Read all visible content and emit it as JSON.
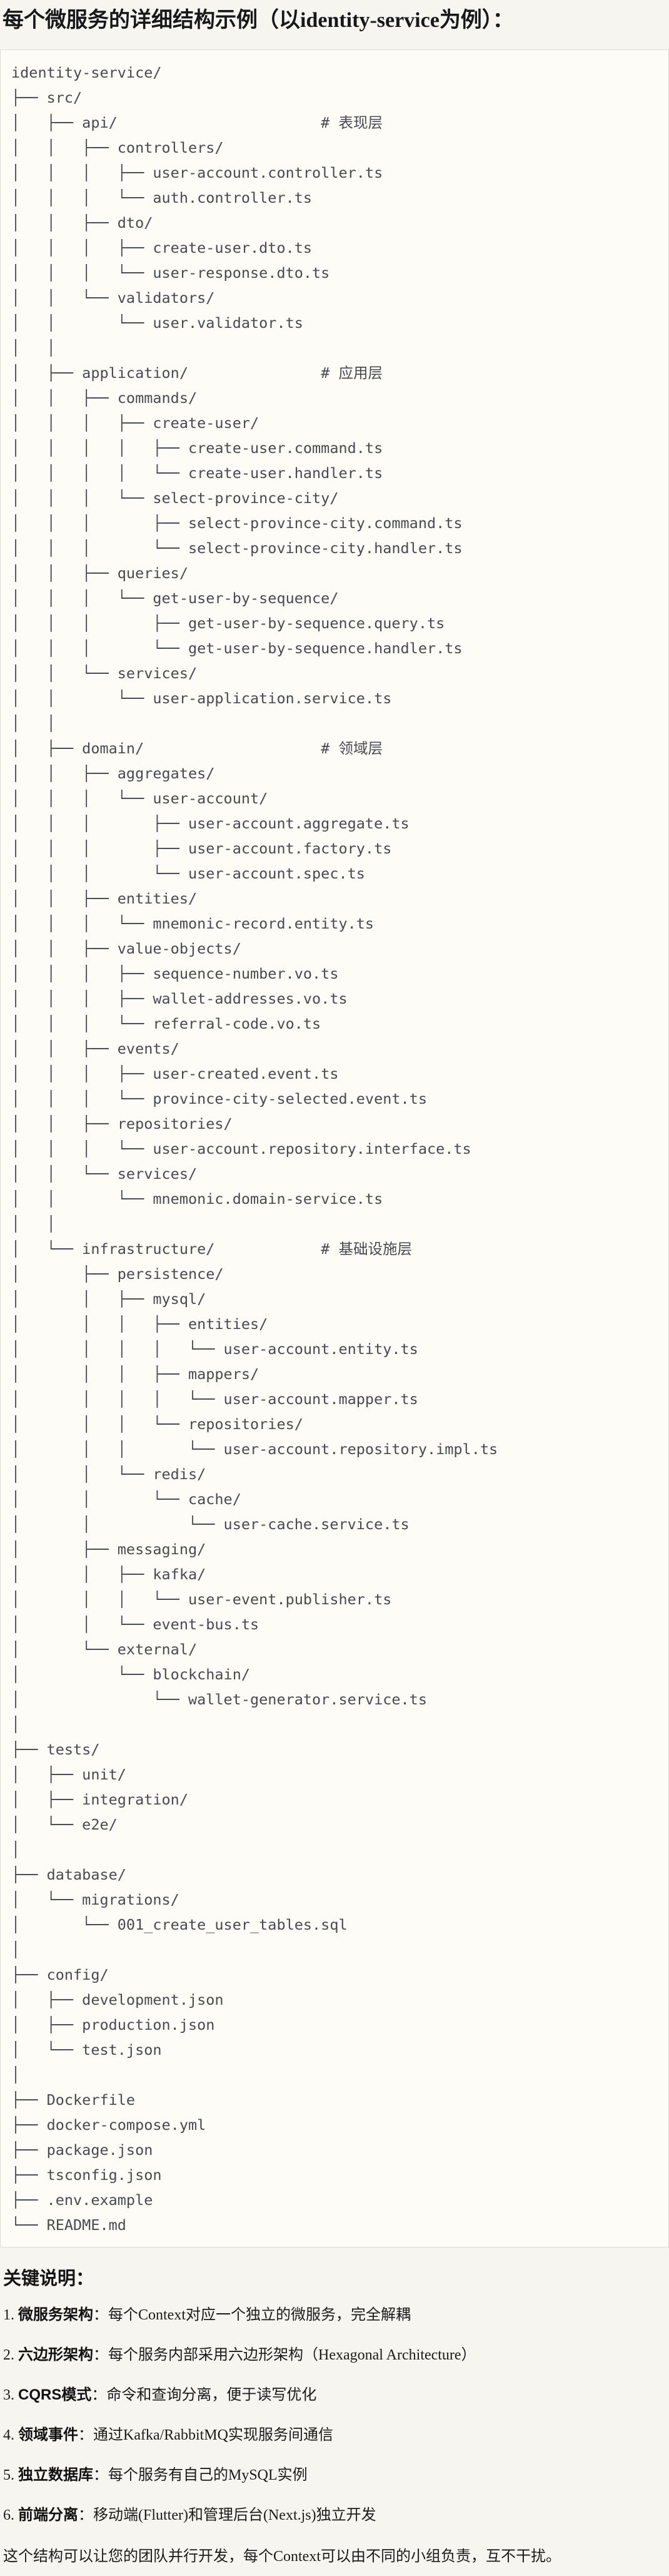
{
  "title": {
    "prefix": "每个微服务的详细结构示例（以",
    "code": "identity-service",
    "suffix": "为例）："
  },
  "tree": {
    "layer_comments": [
      "# 表现层",
      "# 应用层",
      "# 领域层",
      "# 基础设施层"
    ],
    "lines": [
      "identity-service/",
      "├── src/",
      "│   ├── api/                       # 表现层",
      "│   │   ├── controllers/",
      "│   │   │   ├── user-account.controller.ts",
      "│   │   │   └── auth.controller.ts",
      "│   │   ├── dto/",
      "│   │   │   ├── create-user.dto.ts",
      "│   │   │   └── user-response.dto.ts",
      "│   │   └── validators/",
      "│   │       └── user.validator.ts",
      "│   │",
      "│   ├── application/               # 应用层",
      "│   │   ├── commands/",
      "│   │   │   ├── create-user/",
      "│   │   │   │   ├── create-user.command.ts",
      "│   │   │   │   └── create-user.handler.ts",
      "│   │   │   └── select-province-city/",
      "│   │   │       ├── select-province-city.command.ts",
      "│   │   │       └── select-province-city.handler.ts",
      "│   │   ├── queries/",
      "│   │   │   └── get-user-by-sequence/",
      "│   │   │       ├── get-user-by-sequence.query.ts",
      "│   │   │       └── get-user-by-sequence.handler.ts",
      "│   │   └── services/",
      "│   │       └── user-application.service.ts",
      "│   │",
      "│   ├── domain/                    # 领域层",
      "│   │   ├── aggregates/",
      "│   │   │   └── user-account/",
      "│   │   │       ├── user-account.aggregate.ts",
      "│   │   │       ├── user-account.factory.ts",
      "│   │   │       └── user-account.spec.ts",
      "│   │   ├── entities/",
      "│   │   │   └── mnemonic-record.entity.ts",
      "│   │   ├── value-objects/",
      "│   │   │   ├── sequence-number.vo.ts",
      "│   │   │   ├── wallet-addresses.vo.ts",
      "│   │   │   └── referral-code.vo.ts",
      "│   │   ├── events/",
      "│   │   │   ├── user-created.event.ts",
      "│   │   │   └── province-city-selected.event.ts",
      "│   │   ├── repositories/",
      "│   │   │   └── user-account.repository.interface.ts",
      "│   │   └── services/",
      "│   │       └── mnemonic.domain-service.ts",
      "│   │",
      "│   └── infrastructure/            # 基础设施层",
      "│       ├── persistence/",
      "│       │   ├── mysql/",
      "│       │   │   ├── entities/",
      "│       │   │   │   └── user-account.entity.ts",
      "│       │   │   ├── mappers/",
      "│       │   │   │   └── user-account.mapper.ts",
      "│       │   │   └── repositories/",
      "│       │   │       └── user-account.repository.impl.ts",
      "│       │   └── redis/",
      "│       │       └── cache/",
      "│       │           └── user-cache.service.ts",
      "│       ├── messaging/",
      "│       │   ├── kafka/",
      "│       │   │   └── user-event.publisher.ts",
      "│       │   └── event-bus.ts",
      "│       └── external/",
      "│           └── blockchain/",
      "│               └── wallet-generator.service.ts",
      "│",
      "├── tests/",
      "│   ├── unit/",
      "│   ├── integration/",
      "│   └── e2e/",
      "│",
      "├── database/",
      "│   └── migrations/",
      "│       └── 001_create_user_tables.sql",
      "│",
      "├── config/",
      "│   ├── development.json",
      "│   ├── production.json",
      "│   └── test.json",
      "│",
      "├── Dockerfile",
      "├── docker-compose.yml",
      "├── package.json",
      "├── tsconfig.json",
      "├── .env.example",
      "└── README.md"
    ]
  },
  "notes": {
    "heading": "关键说明：",
    "items": [
      {
        "num": "1.",
        "label": "微服务架构",
        "text": "：每个Context对应一个独立的微服务，完全解耦"
      },
      {
        "num": "2.",
        "label": "六边形架构",
        "text": "：每个服务内部采用六边形架构（Hexagonal Architecture）"
      },
      {
        "num": "3.",
        "label": "CQRS模式",
        "text": "：命令和查询分离，便于读写优化"
      },
      {
        "num": "4.",
        "label": "领域事件",
        "text": "：通过Kafka/RabbitMQ实现服务间通信"
      },
      {
        "num": "5.",
        "label": "独立数据库",
        "text": "：每个服务有自己的MySQL实例"
      },
      {
        "num": "6.",
        "label": "前端分离",
        "text": "：移动端(Flutter)和管理后台(Next.js)独立开发"
      }
    ],
    "closing": "这个结构可以让您的团队并行开发，每个Context可以由不同的小组负责，互不干扰。"
  }
}
